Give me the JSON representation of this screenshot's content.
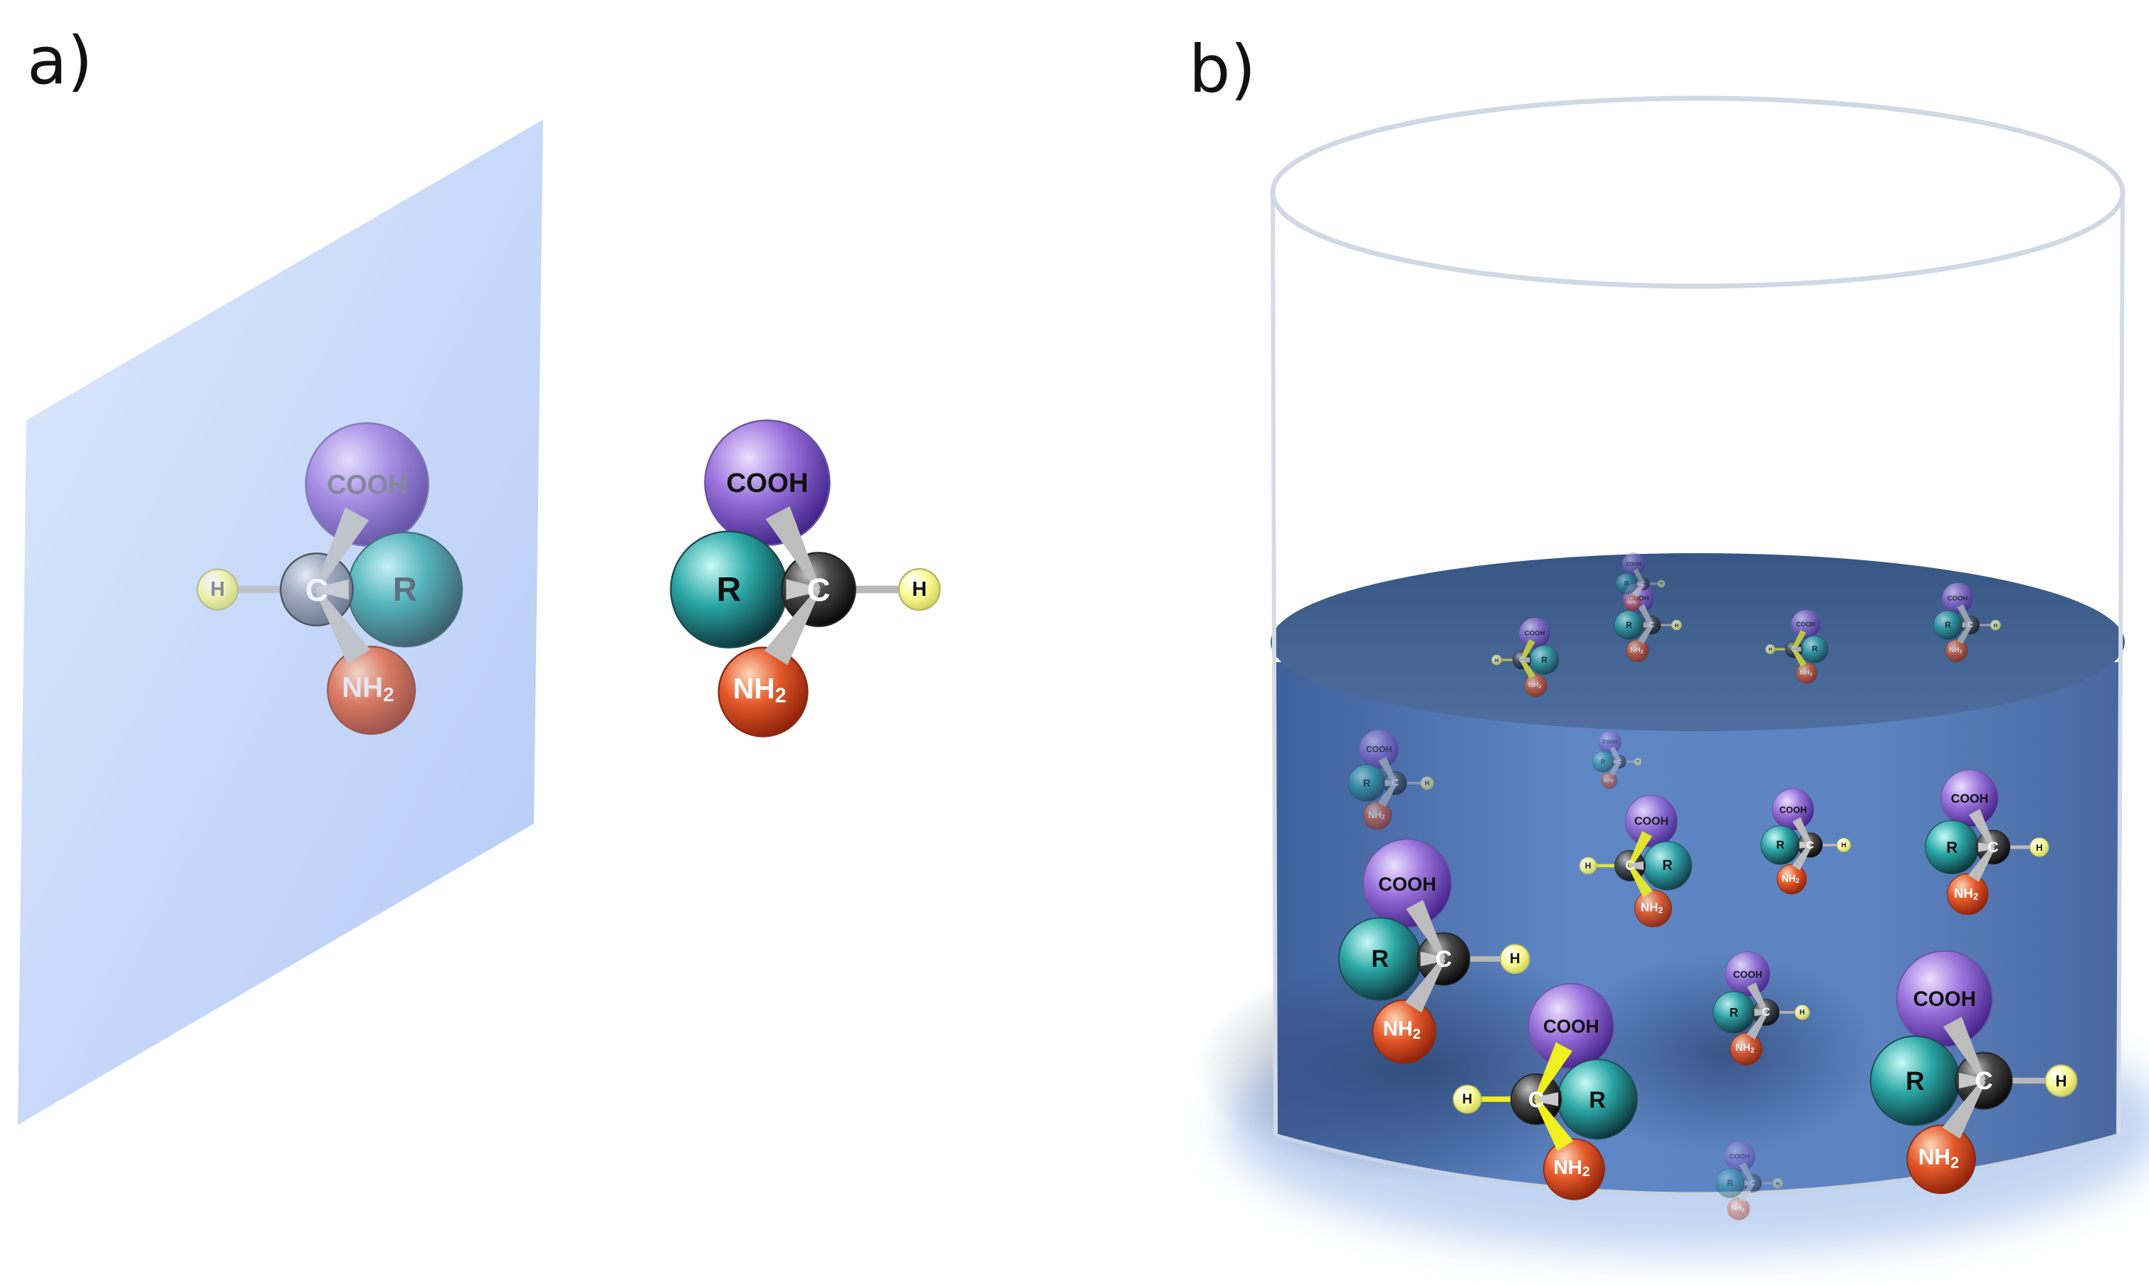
{
  "panels": [
    {
      "id": "a",
      "label": "a)"
    },
    {
      "id": "b",
      "label": "b)"
    }
  ],
  "atoms": {
    "carboxyl": "COOH",
    "side_chain": "R",
    "carbon": "C",
    "hydrogen": "H",
    "amine_base": "NH",
    "amine_subscript": "2"
  },
  "colors": {
    "carboxyl": "#8c66cc",
    "side_chain": "#1a8f8f",
    "carbon": "#2a2a2a",
    "hydrogen": "#f2f27a",
    "amine": "#d24d25",
    "mirror": "#c8d8f8",
    "liquid": "#4c71ad",
    "bond": "#b8b8b8",
    "bond_highlight": "#f0f020"
  }
}
